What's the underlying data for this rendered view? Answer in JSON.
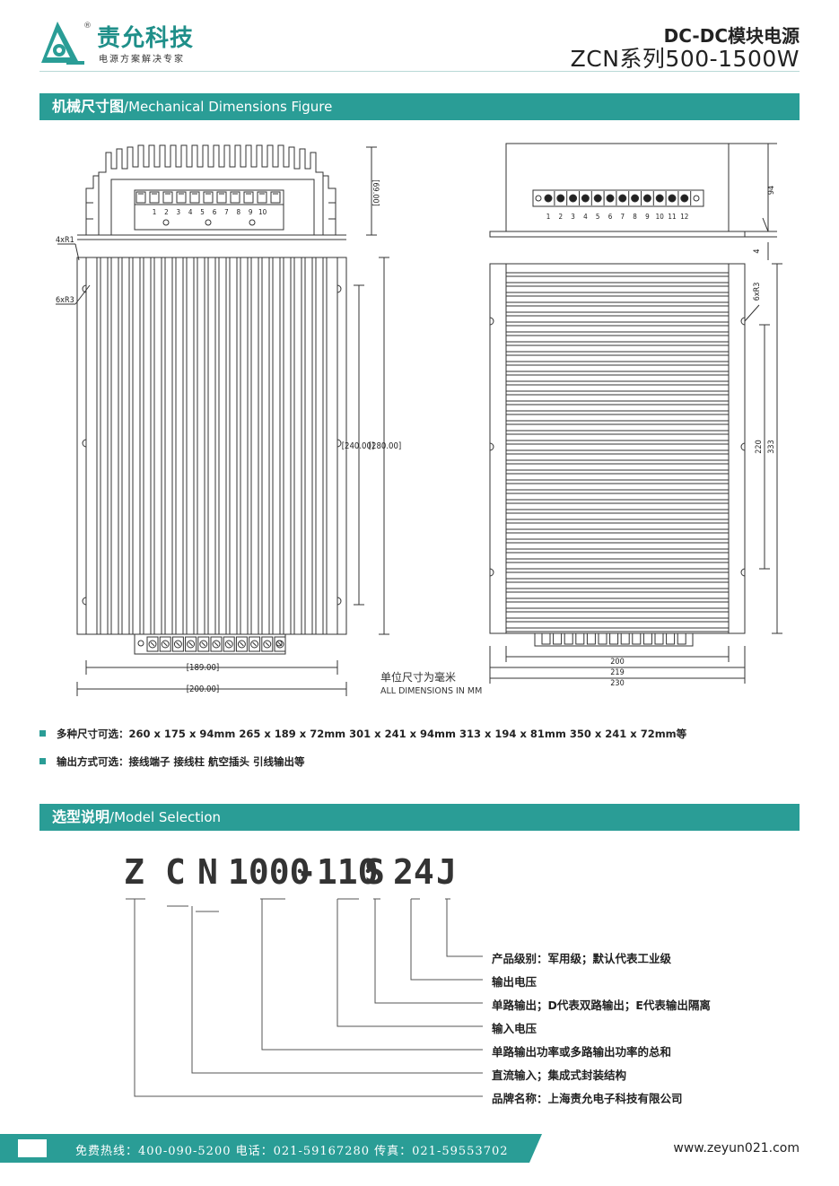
{
  "header": {
    "brand_name": "责允科技",
    "brand_tagline": "电源方案解决专家",
    "registered_mark": "®",
    "product_line": "DC-DC模块电源",
    "series": "ZCN系列500-1500W"
  },
  "section_dimensions": {
    "title_cn": "机械尺寸图",
    "title_en": "/Mechanical Dimensions Figure"
  },
  "drawing": {
    "left_top": {
      "height_label": "[69.00]",
      "terminal_numbers": [
        "1",
        "2",
        "3",
        "4",
        "5",
        "6",
        "7",
        "8",
        "9",
        "10"
      ],
      "corner_label": "4xR1",
      "notch_label": "6xR3"
    },
    "left_front": {
      "inner_length": "[240.00]",
      "outer_length": "[280.00]",
      "inner_width": "[189.00]",
      "outer_width": "[200.00]"
    },
    "right_top": {
      "height_label": "94",
      "base_label": "4",
      "terminal_numbers": [
        "1",
        "2",
        "3",
        "4",
        "5",
        "6",
        "7",
        "8",
        "9",
        "10",
        "11",
        "12"
      ]
    },
    "right_front": {
      "notch_label": "6xR3",
      "inner_length": "220",
      "outer_length": "333",
      "width_1": "200",
      "width_2": "219",
      "width_3": "230"
    },
    "unit_note_cn": "单位尺寸为毫米",
    "unit_note_en": "ALL DIMENSIONS IN MM"
  },
  "specs": {
    "sizes_label": "多种尺寸可选：",
    "sizes_value": "260 x 175 x 94mm  265 x 189 x 72mm  301 x 241 x 94mm  313 x 194 x 81mm  350 x 241 x 72mm等",
    "output_label": "输出方式可选：",
    "output_value": "接线端子 接线柱 航空插头 引线输出等"
  },
  "section_model": {
    "title_cn": "选型说明",
    "title_en": "/Model Selection"
  },
  "model_code": {
    "parts": [
      "Z",
      "C",
      "N",
      "1000",
      "-110",
      "S",
      "24",
      "J"
    ]
  },
  "legend": [
    "产品级别：军用级；默认代表工业级",
    "输出电压",
    "单路输出；D代表双路输出；E代表输出隔离",
    "输入电压",
    "单路输出功率或多路输出功率的总和",
    "直流输入；集成式封装结构",
    "品牌名称：上海责允电子科技有限公司"
  ],
  "footer": {
    "hotline": "免费热线：400-090-5200   电话：021-59167280    传真：021-59553702",
    "url": "www.zeyun021.com"
  },
  "colors": {
    "accent": "#2a9d96",
    "text": "#222222"
  }
}
